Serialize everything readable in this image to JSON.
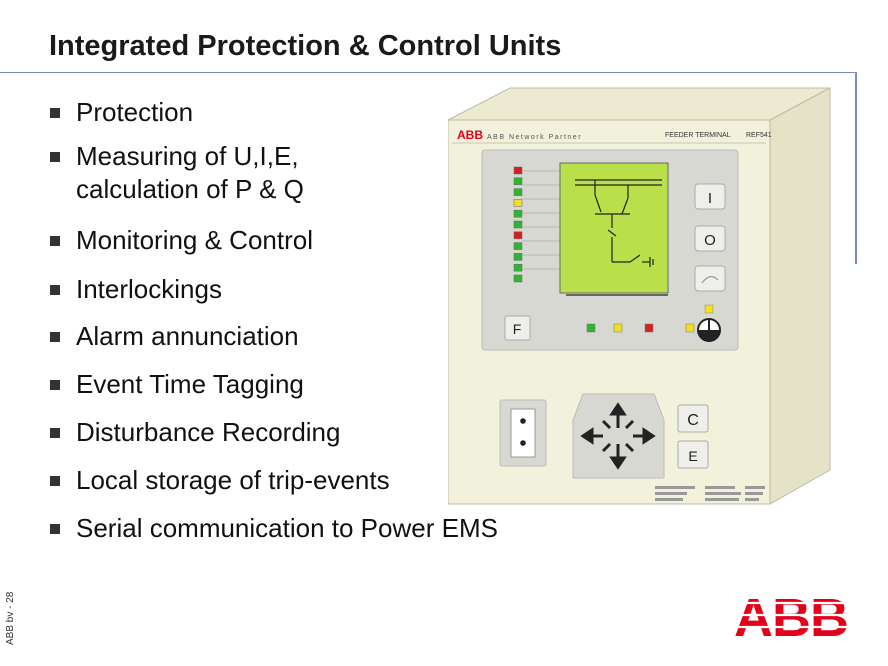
{
  "slide": {
    "title": "Integrated Protection & Control Units",
    "side_label": "ABB bv - 28"
  },
  "bullets": [
    {
      "text": "Protection"
    },
    {
      "text": "Measuring of U,I,E,\ncalculation of P & Q"
    },
    {
      "text": "Monitoring & Control"
    },
    {
      "text": "Interlockings"
    },
    {
      "text": "Alarm annunciation"
    },
    {
      "text": "Event Time Tagging"
    },
    {
      "text": "Disturbance Recording"
    },
    {
      "text": "Local storage of trip-events"
    },
    {
      "text": "Serial communication to Power EMS"
    }
  ],
  "device": {
    "brand": "ABB",
    "product_line": "ABB Network Partner",
    "terminal_label": "FEEDER TERMINAL",
    "model": "REF541",
    "button_i": "I",
    "button_o": "O",
    "button_f": "F",
    "button_c": "C",
    "button_e": "E",
    "led_colors": [
      "#d42020",
      "#2fb52f",
      "#2fb52f",
      "#f0e020",
      "#2fb52f",
      "#2fb52f",
      "#d42020",
      "#2fb52f",
      "#2fb52f",
      "#2fb52f",
      "#2fb52f"
    ],
    "bottom_leds": [
      "#2fb52f",
      "#f0e020",
      "#d42020",
      "#f0e020"
    ],
    "lcd_color": "#b9e04a",
    "panel_color": "#f2f1dc"
  },
  "logo": {
    "text": "ABB",
    "color": "#e2001a"
  }
}
